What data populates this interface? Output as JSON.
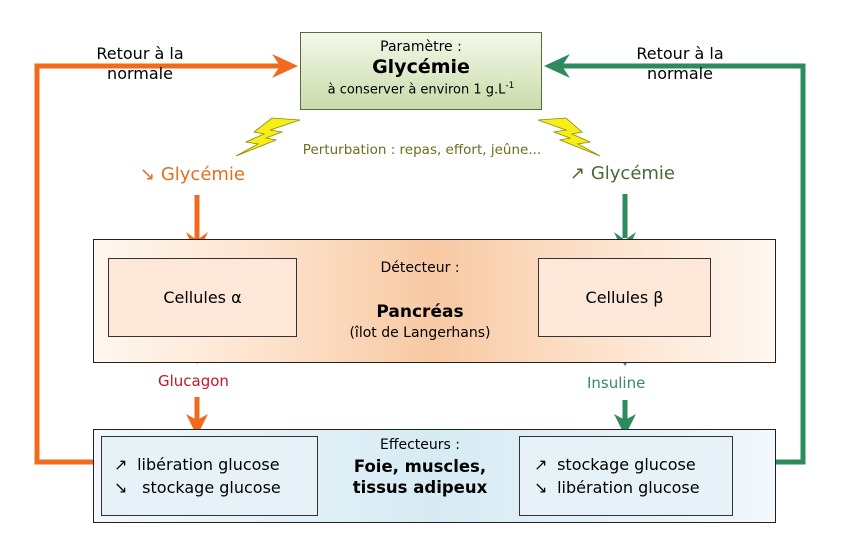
{
  "colors": {
    "low_branch": "#f26b1d",
    "high_branch": "#2e8b5e",
    "glucagon_text": "#c2162c",
    "insuline_text": "#3a8a60",
    "perturbation_text": "#6d6e1f",
    "lightning": "#f5ee1a"
  },
  "parameter": {
    "label": "Paramètre :",
    "title": "Glycémie",
    "subtitle": "à conserver à environ 1 g.L",
    "subtitle_exponent": "-1"
  },
  "feedback": {
    "left_label": "Retour à la normale",
    "right_label": "Retour à la normale"
  },
  "perturbation": {
    "text": "Perturbation : repas, effort, jeûne...",
    "icon": "lightning-icon"
  },
  "glycemia_states": {
    "low": {
      "arrow": "↘",
      "label": "Glycémie"
    },
    "high": {
      "arrow": "↗",
      "label": "Glycémie"
    }
  },
  "detector": {
    "label": "Détecteur :",
    "title": "Pancréas",
    "subtitle": "(îlot de Langerhans)",
    "cells_alpha": "Cellules α",
    "cells_beta": "Cellules β"
  },
  "hormones": {
    "alpha": "Glucagon",
    "beta": "Insuline"
  },
  "effectors": {
    "label": "Effecteurs :",
    "title_line1": "Foie, muscles,",
    "title_line2": "tissus adipeux",
    "left_actions": [
      {
        "arrow": "↗",
        "text": "libération glucose"
      },
      {
        "arrow": "↘",
        "text": "stockage glucose"
      }
    ],
    "right_actions": [
      {
        "arrow": "↗",
        "text": "stockage glucose"
      },
      {
        "arrow": "↘",
        "text": "libération glucose"
      }
    ]
  }
}
